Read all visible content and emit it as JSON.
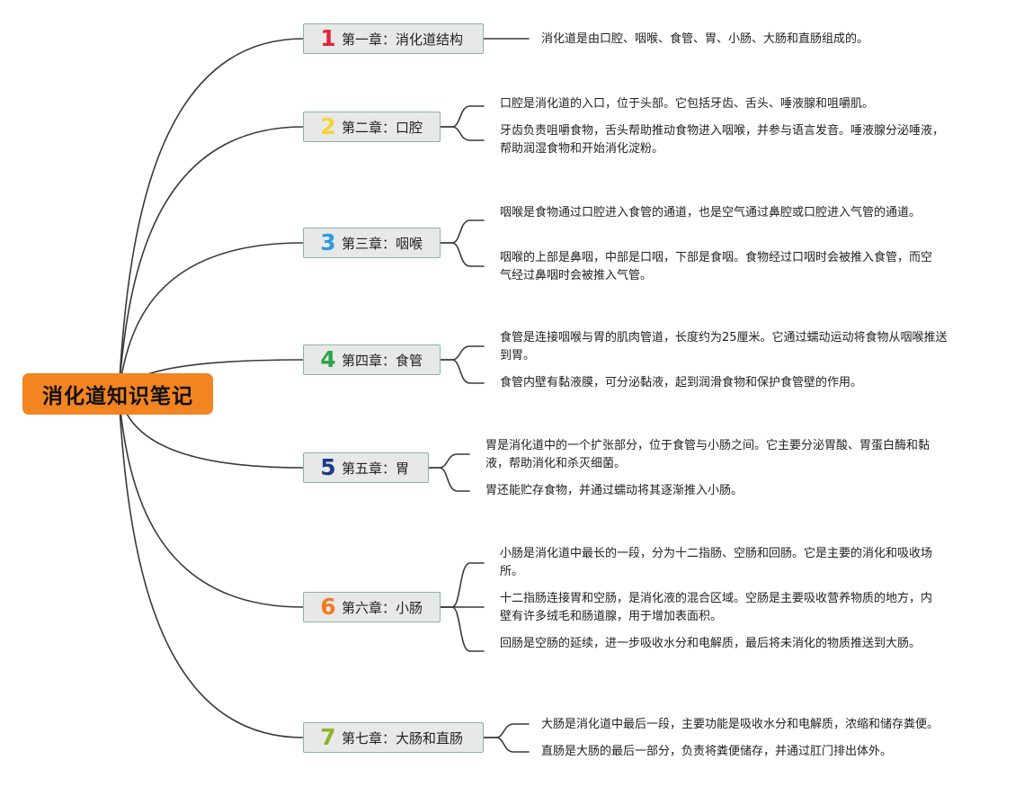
{
  "root": {
    "title": "消化道知识笔记"
  },
  "colors": {
    "root_bg": "#f28421",
    "line": "#3a3a3a",
    "chapter_bg": "#e7e9e8",
    "chapter_border": "#8db3a3"
  },
  "chapters": [
    {
      "num": "1",
      "num_color": "#e5223a",
      "title": "第一章：消化道结构",
      "notes": [
        "消化道是由口腔、咽喉、食管、胃、小肠、大肠和直肠组成的。"
      ]
    },
    {
      "num": "2",
      "num_color": "#f5d231",
      "title": "第二章：口腔",
      "notes": [
        "口腔是消化道的入口，位于头部。它包括牙齿、舌头、唾液腺和咀嚼肌。",
        "牙齿负责咀嚼食物，舌头帮助推动食物进入咽喉，并参与语言发音。唾液腺分泌唾液，帮助润湿食物和开始消化淀粉。"
      ]
    },
    {
      "num": "3",
      "num_color": "#2e9bdc",
      "title": "第三章：咽喉",
      "notes": [
        "咽喉是食物通过口腔进入食管的通道，也是空气通过鼻腔或口腔进入气管的通道。",
        "咽喉的上部是鼻咽，中部是口咽，下部是食咽。食物经过口咽时会被推入食管，而空气经过鼻咽时会被推入气管。"
      ]
    },
    {
      "num": "4",
      "num_color": "#2ea44a",
      "title": "第四章：食管",
      "notes": [
        "食管是连接咽喉与胃的肌肉管道，长度约为25厘米。它通过蠕动运动将食物从咽喉推送到胃。",
        "食管内壁有黏液膜，可分泌黏液，起到润滑食物和保护食管壁的作用。"
      ]
    },
    {
      "num": "5",
      "num_color": "#1e3a8a",
      "title": "第五章：胃",
      "notes": [
        "胃是消化道中的一个扩张部分，位于食管与小肠之间。它主要分泌胃酸、胃蛋白酶和黏液，帮助消化和杀灭细菌。",
        "胃还能贮存食物，并通过蠕动将其逐渐推入小肠。"
      ]
    },
    {
      "num": "6",
      "num_color": "#f47a22",
      "title": "第六章：小肠",
      "notes": [
        "小肠是消化道中最长的一段，分为十二指肠、空肠和回肠。它是主要的消化和吸收场所。",
        "十二指肠连接胃和空肠，是消化液的混合区域。空肠是主要吸收营养物质的地方，内壁有许多绒毛和肠道腺，用于增加表面积。",
        "回肠是空肠的延续，进一步吸收水分和电解质，最后将未消化的物质推送到大肠。"
      ]
    },
    {
      "num": "7",
      "num_color": "#8cb32a",
      "title": "第七章：大肠和直肠",
      "notes": [
        "大肠是消化道中最后一段，主要功能是吸收水分和电解质，浓缩和储存粪便。",
        "直肠是大肠的最后一部分，负责将粪便储存，并通过肛门排出体外。"
      ]
    }
  ]
}
